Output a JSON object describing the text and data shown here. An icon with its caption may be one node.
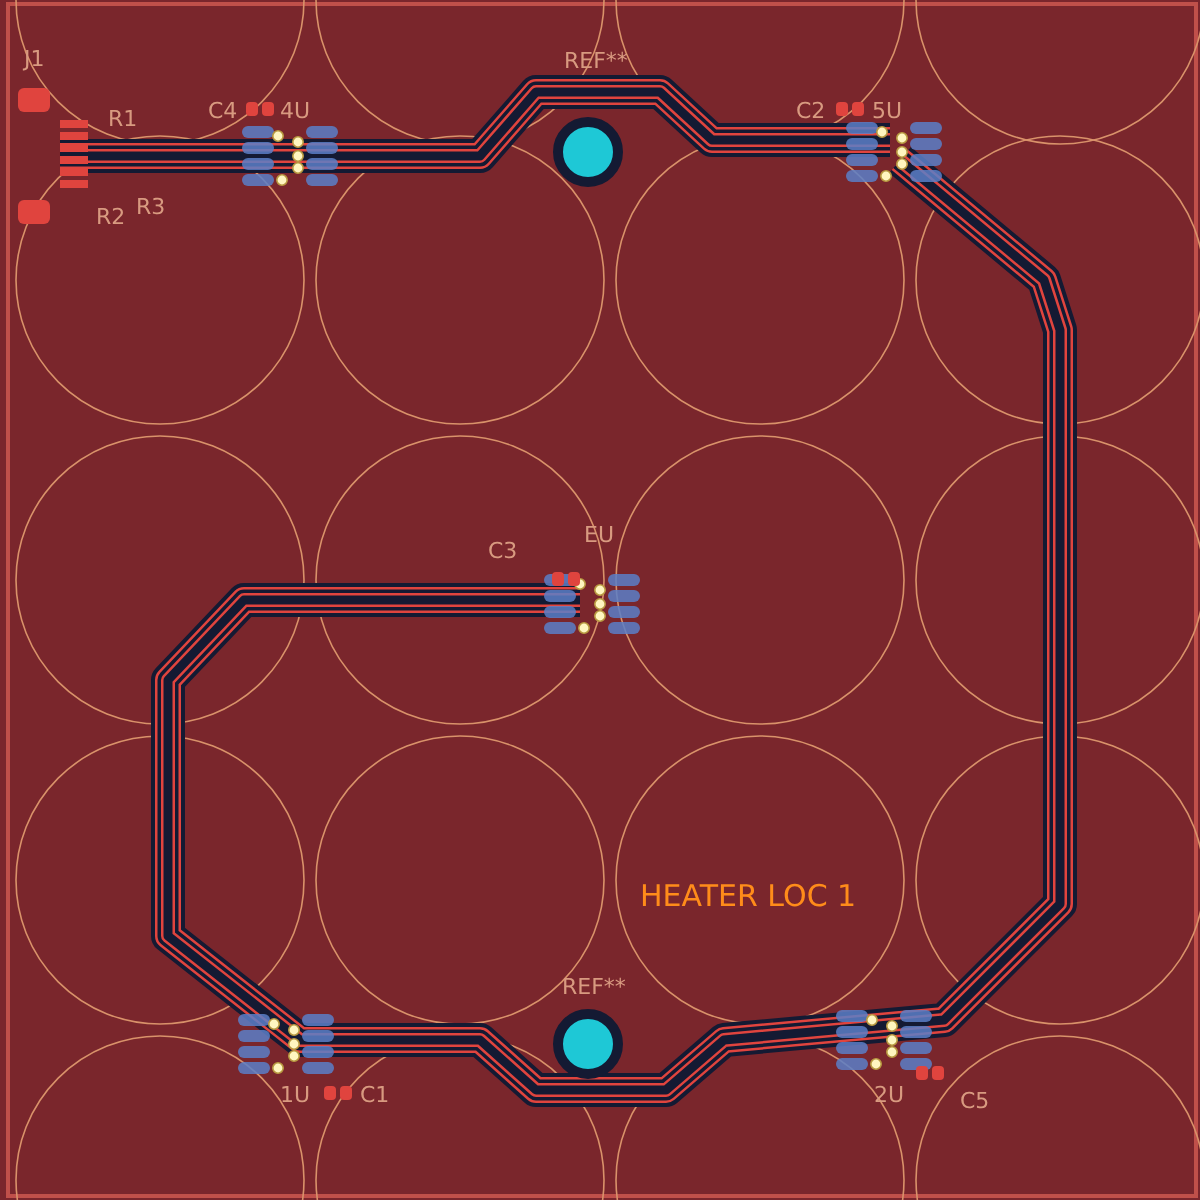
{
  "diagram": {
    "labels": [
      "J1",
      "C4",
      "4U",
      "REF**",
      "C2",
      "5U",
      "R1",
      "R3",
      "R2",
      "C3",
      "EU",
      "HEATER LOC 1",
      "REF**",
      "1U",
      "C1",
      "2U",
      "C5"
    ]
  }
}
